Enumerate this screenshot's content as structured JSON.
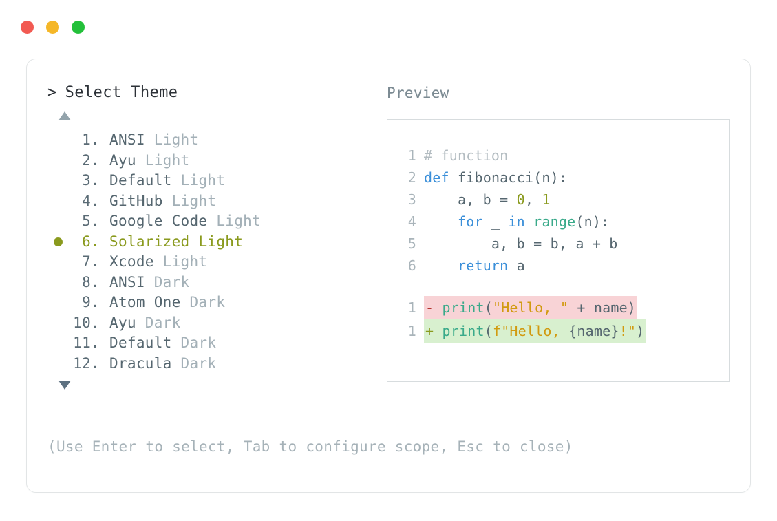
{
  "window": {
    "traffic_lights": [
      {
        "name": "close",
        "color": "#f25a52"
      },
      {
        "name": "minimize",
        "color": "#f5b728"
      },
      {
        "name": "maximize",
        "color": "#23c03a"
      }
    ]
  },
  "selector": {
    "prompt_caret": ">",
    "title": "Select Theme",
    "scroll_up_icon": "triangle-up",
    "scroll_down_icon": "triangle-down",
    "selected_index": 6,
    "items": [
      {
        "index": "1.",
        "name": "ANSI",
        "variant": " Light",
        "selected": false
      },
      {
        "index": "2.",
        "name": "Ayu",
        "variant": " Light",
        "selected": false
      },
      {
        "index": "3.",
        "name": "Default",
        "variant": " Light",
        "selected": false
      },
      {
        "index": "4.",
        "name": "GitHub",
        "variant": " Light",
        "selected": false
      },
      {
        "index": "5.",
        "name": "Google Code",
        "variant": " Light",
        "selected": false
      },
      {
        "index": "6.",
        "name": "Solarized",
        "variant": " Light",
        "selected": true
      },
      {
        "index": "7.",
        "name": "Xcode",
        "variant": " Light",
        "selected": false
      },
      {
        "index": "8.",
        "name": "ANSI",
        "variant": " Dark",
        "selected": false
      },
      {
        "index": "9.",
        "name": "Atom One",
        "variant": " Dark",
        "selected": false
      },
      {
        "index": "10.",
        "name": "Ayu",
        "variant": " Dark",
        "selected": false
      },
      {
        "index": "11.",
        "name": "Default",
        "variant": " Dark",
        "selected": false
      },
      {
        "index": "12.",
        "name": "Dracula",
        "variant": " Dark",
        "selected": false
      }
    ]
  },
  "preview": {
    "label": "Preview",
    "code_lines": [
      {
        "n": "1",
        "tokens": [
          {
            "t": "# function",
            "c": "comment"
          }
        ]
      },
      {
        "n": "2",
        "tokens": [
          {
            "t": "def",
            "c": "kw"
          },
          {
            "t": " fibonacci(n):",
            "c": "plain"
          }
        ]
      },
      {
        "n": "3",
        "tokens": [
          {
            "t": "    a, b = ",
            "c": "plain"
          },
          {
            "t": "0",
            "c": "num"
          },
          {
            "t": ", ",
            "c": "plain"
          },
          {
            "t": "1",
            "c": "num"
          }
        ]
      },
      {
        "n": "4",
        "tokens": [
          {
            "t": "    ",
            "c": "plain"
          },
          {
            "t": "for",
            "c": "kw"
          },
          {
            "t": " _ ",
            "c": "plain"
          },
          {
            "t": "in",
            "c": "kw"
          },
          {
            "t": " ",
            "c": "plain"
          },
          {
            "t": "range",
            "c": "fn"
          },
          {
            "t": "(n):",
            "c": "plain"
          }
        ]
      },
      {
        "n": "5",
        "tokens": [
          {
            "t": "        a, b = b, a + b",
            "c": "plain"
          }
        ]
      },
      {
        "n": "6",
        "tokens": [
          {
            "t": "    ",
            "c": "plain"
          },
          {
            "t": "return",
            "c": "kw"
          },
          {
            "t": " a",
            "c": "plain"
          }
        ]
      }
    ],
    "diff_lines": [
      {
        "n": "1",
        "kind": "del",
        "marker": "-",
        "tokens": [
          {
            "t": "print",
            "c": "fn"
          },
          {
            "t": "(",
            "c": "plain"
          },
          {
            "t": "\"Hello, \"",
            "c": "str"
          },
          {
            "t": " + name)",
            "c": "plain"
          }
        ]
      },
      {
        "n": "1",
        "kind": "add",
        "marker": "+",
        "tokens": [
          {
            "t": "print",
            "c": "fn"
          },
          {
            "t": "(",
            "c": "plain"
          },
          {
            "t": "f\"Hello, ",
            "c": "str"
          },
          {
            "t": "{name}",
            "c": "plain"
          },
          {
            "t": "!\"",
            "c": "str"
          },
          {
            "t": ")",
            "c": "plain"
          }
        ]
      }
    ]
  },
  "footer": {
    "hint": "(Use Enter to select, Tab to configure scope, Esc to close)"
  }
}
